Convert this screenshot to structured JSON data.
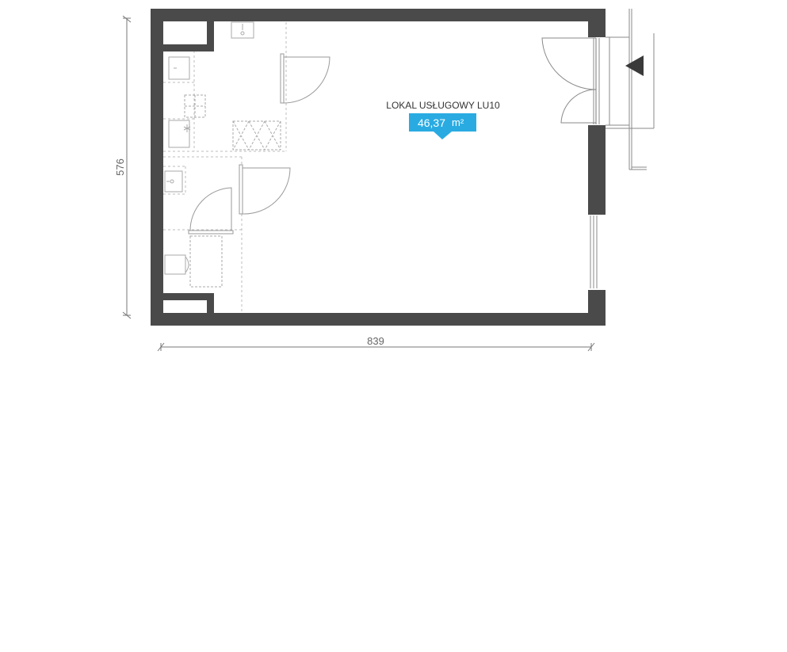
{
  "plan": {
    "room_name": "LOKAL USŁUGOWY LU10",
    "area_value": "46,37",
    "area_unit": "m²",
    "width_dimension": "839",
    "height_dimension": "576"
  },
  "colors": {
    "wall": "#4a4a4a",
    "line": "#9a9a9a",
    "dashed": "#b8b8b8",
    "area_badge": "#29abe2",
    "dimension": "#666666"
  },
  "icons": {
    "entrance": "entrance-arrow-icon",
    "sink": "sink-icon",
    "toilet": "toilet-icon",
    "stove": "stove-icon"
  }
}
